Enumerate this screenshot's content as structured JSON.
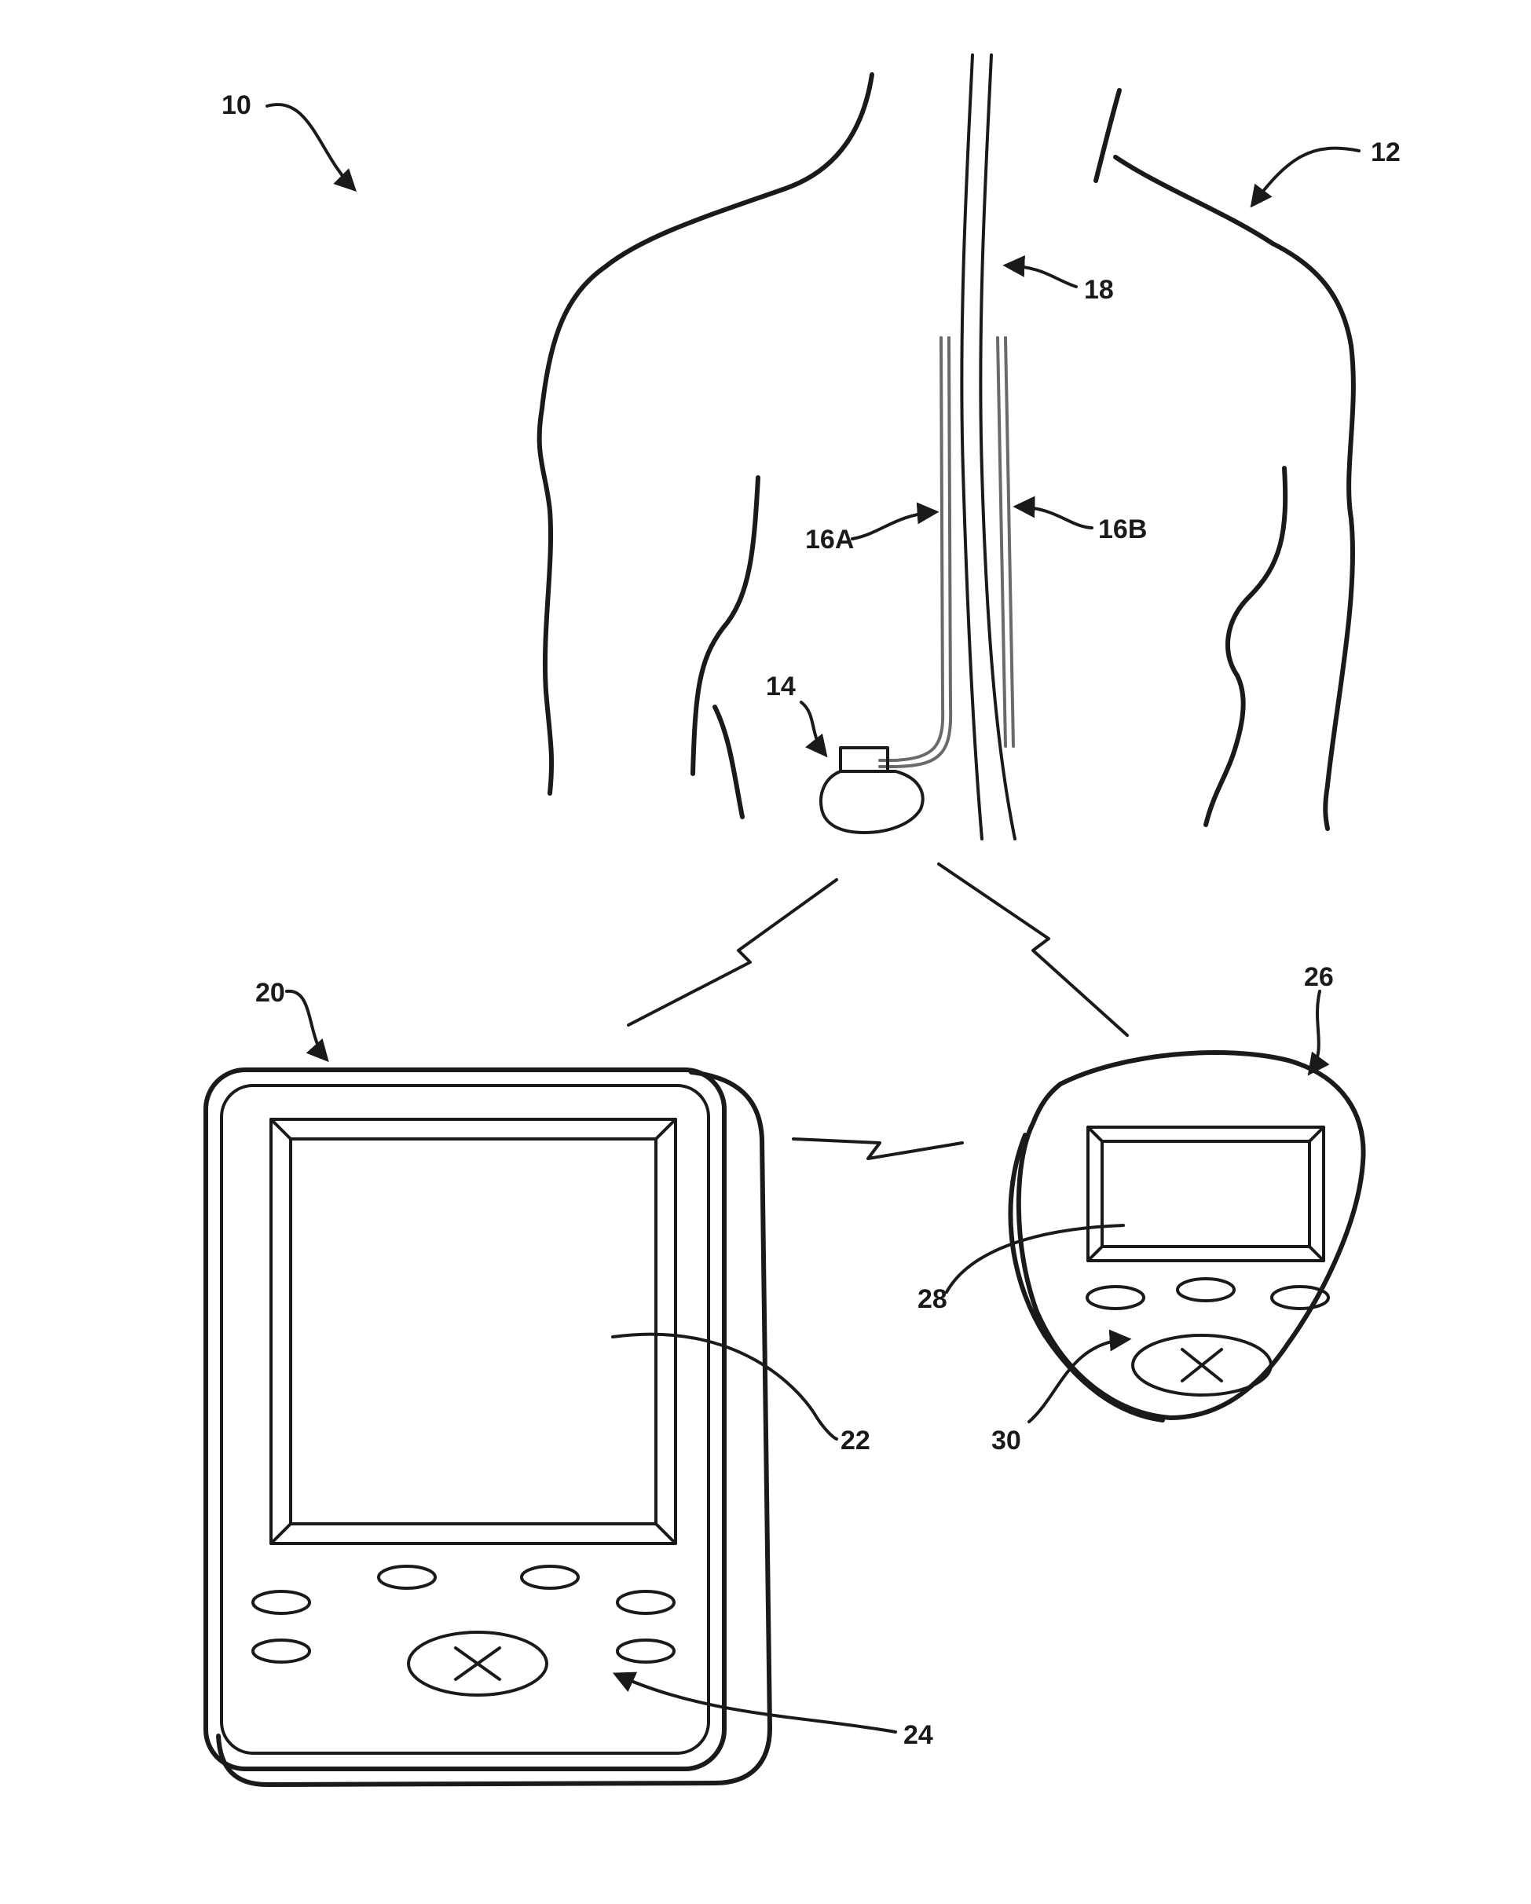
{
  "labels": {
    "system": "10",
    "patient": "12",
    "stimulator": "14",
    "lead_a": "16A",
    "lead_b": "16B",
    "spinal_cord": "18",
    "clinician_programmer": "20",
    "clinician_display": "22",
    "clinician_keypad": "24",
    "patient_programmer": "26",
    "patient_display": "28",
    "patient_keypad": "30"
  },
  "icons": {
    "telemetry": "lightning-bolt-icon",
    "select_button": "x-cross-icon"
  }
}
